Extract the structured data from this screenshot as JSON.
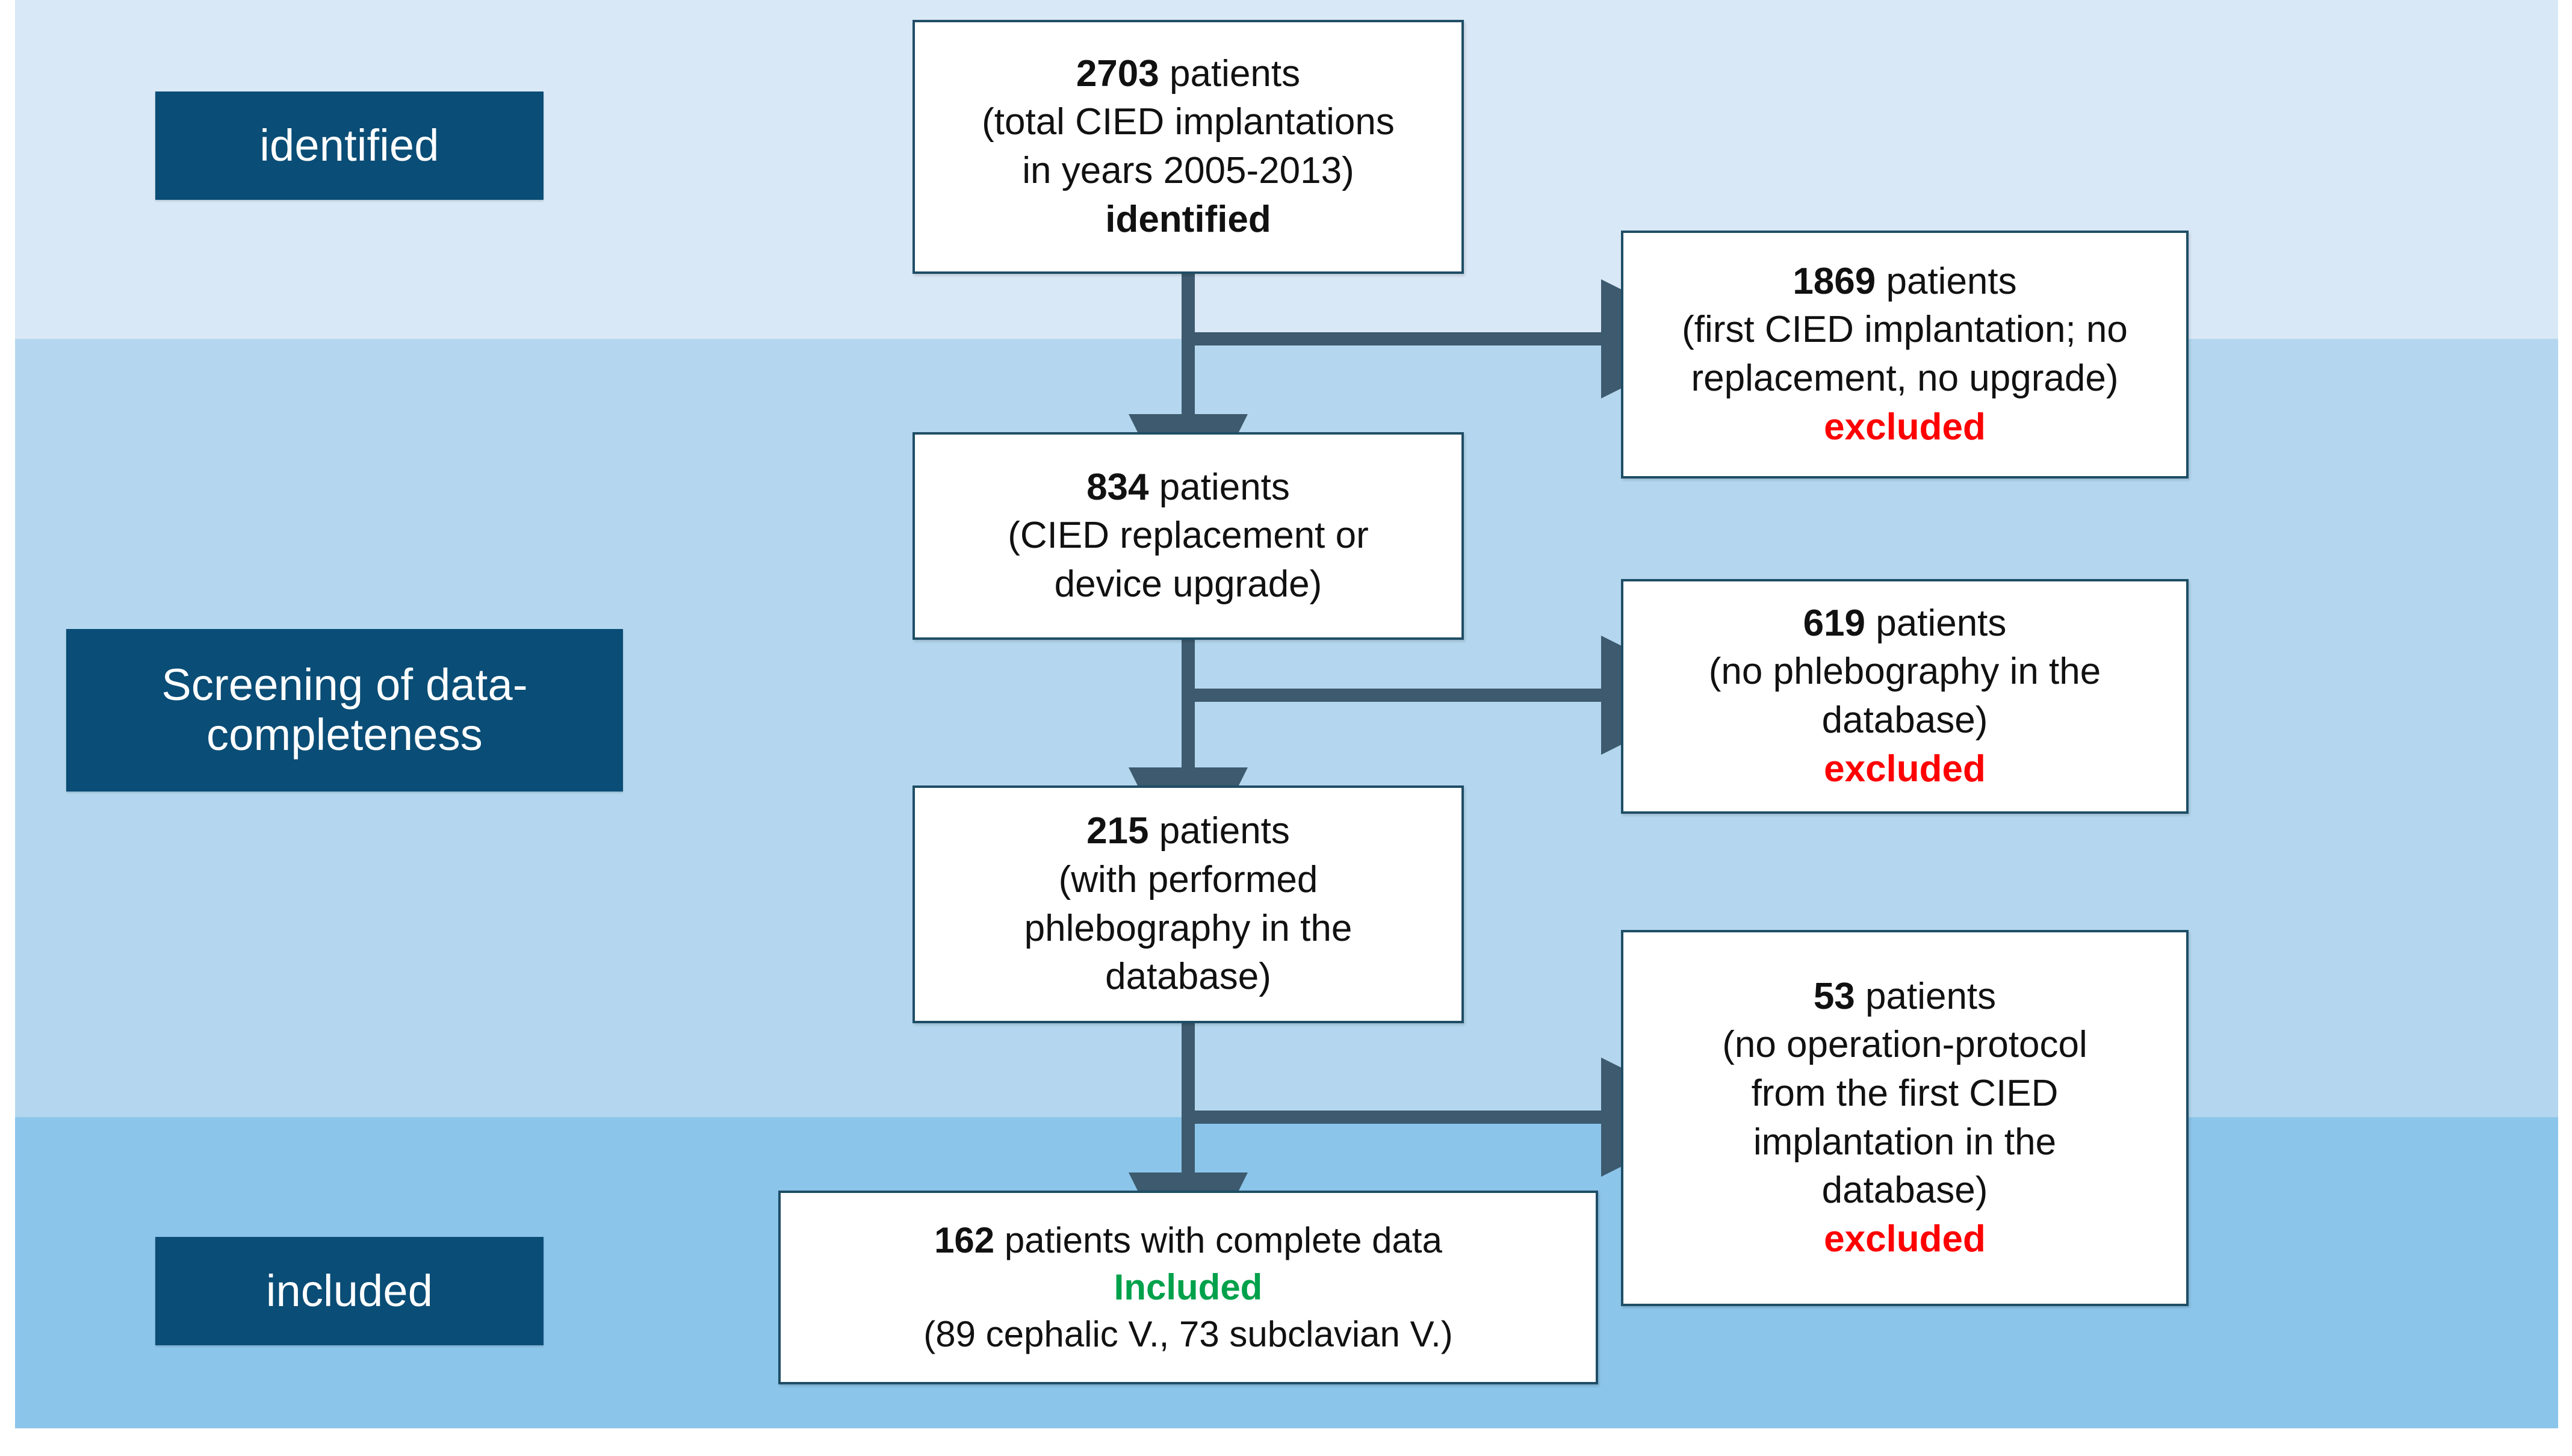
{
  "figure": {
    "type": "flowchart",
    "title": "Patient selection flow diagram (CIED implantations)"
  },
  "colors": {
    "band_identified": "#d9e8f6",
    "band_screening": "#b4d7ef",
    "band_included": "#8cc5ea",
    "label_chip": "#0a4d76",
    "box_border": "#1f4e66",
    "arrow": "#3d5a6e",
    "excluded_text": "#fe0000",
    "included_text": "#00a14b"
  },
  "stage_labels": [
    {
      "id": "identified",
      "text": "identified"
    },
    {
      "id": "screening",
      "line1": "Screening of",
      "line2": "data-completeness"
    },
    {
      "id": "included",
      "text": "included"
    }
  ],
  "flow": {
    "identified": {
      "count": "2703",
      "unit": " patients",
      "detail_line1": "(total CIED implantations",
      "detail_line2": "in years 2005-2013)",
      "status": "identified"
    },
    "replacement": {
      "count": "834",
      "unit": " patients",
      "detail_line1": "(CIED replacement or",
      "detail_line2": "device upgrade)"
    },
    "phlebography": {
      "count": "215",
      "unit": " patients",
      "detail_line1": "(with performed",
      "detail_line2": "phlebography in the",
      "detail_line3": "database)"
    },
    "final": {
      "count": "162",
      "unit": " patients with complete data",
      "status": "Included",
      "breakdown": "(89 cephalic V.,  73 subclavian V.)"
    }
  },
  "exclusions": [
    {
      "id": "excl-1",
      "count": "1869",
      "unit": " patients",
      "reason_line1": "(first CIED implantation; no",
      "reason_line2": "replacement, no upgrade)",
      "status": "excluded"
    },
    {
      "id": "excl-2",
      "count": "619",
      "unit": " patients",
      "reason_line1": "(no phlebography in the",
      "reason_line2": "database)",
      "status": "excluded"
    },
    {
      "id": "excl-3",
      "count": "53",
      "unit": " patients",
      "reason_line1": "(no operation-protocol",
      "reason_line2": "from the first CIED",
      "reason_line3": "implantation in the",
      "reason_line4": "database)",
      "status": "excluded"
    }
  ]
}
